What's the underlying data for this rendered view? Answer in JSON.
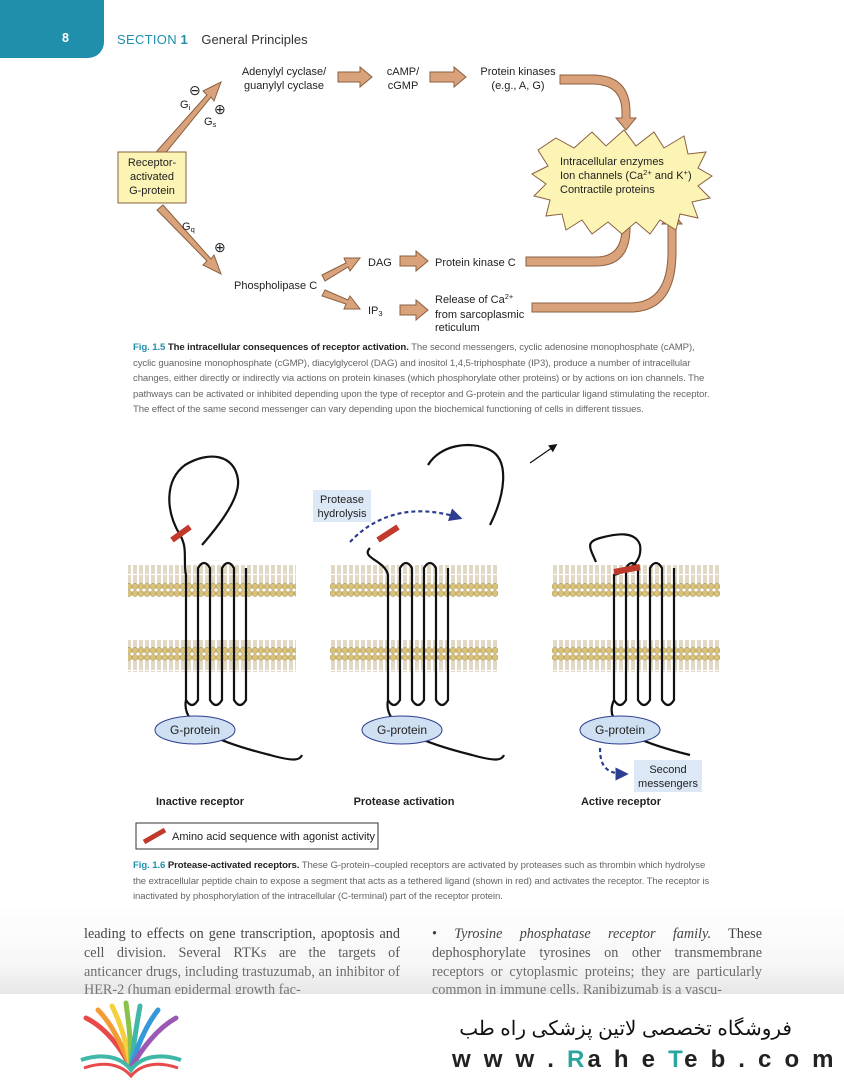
{
  "header": {
    "page_number": "8",
    "section_label": "SECTION",
    "section_number": "1",
    "section_title": "General Principles"
  },
  "fig15": {
    "receptor_box": [
      "Receptor-",
      "activated",
      "G-protein"
    ],
    "gi": "G",
    "gi_sub": "i",
    "gs": "G",
    "gs_sub": "s",
    "gq": "G",
    "gq_sub": "q",
    "minus": "⊖",
    "plus": "⊕",
    "adenylyl": [
      "Adenylyl cyclase/",
      "guanylyl cyclase"
    ],
    "camp": [
      "cAMP/",
      "cGMP"
    ],
    "kinases": [
      "Protein kinases",
      "(e.g., A, G)"
    ],
    "targets": [
      "Intracellular enzymes",
      "Ion channels (Ca",
      "2+",
      " and K",
      "+",
      ")",
      "Contractile proteins"
    ],
    "plc": "Phospholipase C",
    "dag": "DAG",
    "pkc": "Protein kinase C",
    "ip3": "IP",
    "ip3_sub": "3",
    "release": [
      "Release of Ca",
      "2+",
      "from sarcoplasmic",
      "reticulum"
    ]
  },
  "fig15_caption": {
    "label": "Fig. 1.5",
    "title": "The intracellular consequences of receptor activation.",
    "text": "The second messengers, cyclic adenosine monophosphate (cAMP), cyclic guanosine monophosphate (cGMP), diacylglycerol (DAG) and inositol 1,4,5-triphosphate (IP3), produce a number of intracellular changes, either directly or indirectly via actions on protein kinases (which phosphorylate other proteins) or by actions on ion channels. The pathways can be activated or inhibited depending upon the type of receptor and G-protein and the particular ligand stimulating the receptor. The effect of the same second messenger can vary depending upon the biochemical functioning of cells in different tissues."
  },
  "fig16": {
    "gprotein": "G-protein",
    "protease_label": [
      "Protease",
      "hydrolysis"
    ],
    "second_messengers": [
      "Second",
      "messengers"
    ],
    "panel_labels": [
      "Inactive receptor",
      "Protease activation",
      "Active receptor"
    ],
    "legend": "Amino acid sequence with agonist activity",
    "accent_red": "#c0392b",
    "membrane_color": "#d9c27a"
  },
  "fig16_caption": {
    "label": "Fig. 1.6",
    "title": "Protease-activated receptors.",
    "text": "These G-protein–coupled receptors are activated by proteases such as thrombin which hydrolyse the extracellular peptide chain to expose a segment that acts as a tethered ligand (shown in red) and activates the receptor. The receptor is inactivated by phosphorylation of the intracellular (C-terminal) part of the receptor protein."
  },
  "body": {
    "left": "leading to effects on gene transcription, apoptosis and cell division. Several RTKs are the targets of anticancer drugs, including trastuzumab, an inhibitor of HER-2 (human epidermal growth fac-",
    "right_bullet": "•",
    "right_italic": "Tyrosine phosphatase receptor family.",
    "right": " These dephosphorylate tyrosines on other transmembrane receptors or cytoplasmic proteins; they are particularly common in immune cells. Ranibizumab is a vascu-"
  },
  "footer": {
    "store_name": "فروشگاه تخصصی لاتین پزشکی راه طب",
    "url_prefix": "w w w . ",
    "url_r": "R",
    "url_mid1": "a h e ",
    "url_t": "T",
    "url_mid2": "e b . c o m"
  }
}
